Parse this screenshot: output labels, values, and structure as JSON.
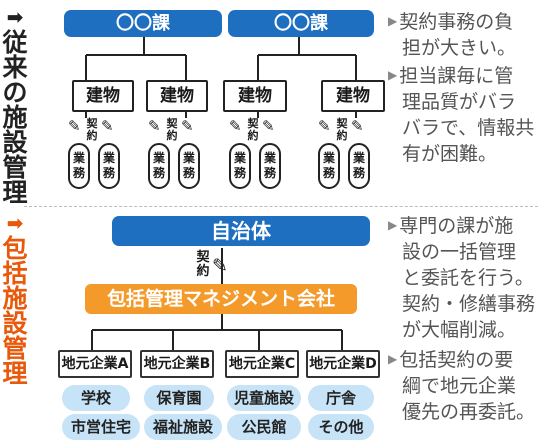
{
  "conventional": {
    "label": "従来の施設管理",
    "arrow": "➡",
    "departments": [
      "〇〇課",
      "〇〇課"
    ],
    "building": "建物",
    "contract": "契約",
    "work": "業務",
    "notes": [
      "契約事務の負担が大きい。",
      "担当課毎に管理品質がバラバラで、情報共有が困難。"
    ],
    "note_lines": [
      [
        "契約事務の負",
        "担が大きい。"
      ],
      [
        "担当課毎に管",
        "理品質がバラ",
        "バラで、情報共",
        "有が困難。"
      ]
    ]
  },
  "comprehensive": {
    "label": "包括施設管理",
    "arrow": "➡",
    "municipality": "自治体",
    "contract": "契約",
    "company": "包括管理マネジメント会社",
    "local_companies": [
      "地元企業A",
      "地元企業B",
      "地元企業C",
      "地元企業D"
    ],
    "facilities": [
      "学校",
      "保育園",
      "児童施設",
      "庁舎",
      "市営住宅",
      "福祉施設",
      "公民館",
      "その他"
    ],
    "note_lines": [
      [
        "専門の課が施",
        "設の一括管理",
        "と委託を行う。",
        "契約・修繕事務",
        "が大幅削減。"
      ],
      [
        "包括契約の要",
        "綱で地元企業",
        "優先の再委託。"
      ]
    ]
  },
  "colors": {
    "blue": "#1f6fc1",
    "orange": "#f39a2b",
    "orange_text": "#e8590c",
    "light_blue": "#c6e3f7"
  }
}
